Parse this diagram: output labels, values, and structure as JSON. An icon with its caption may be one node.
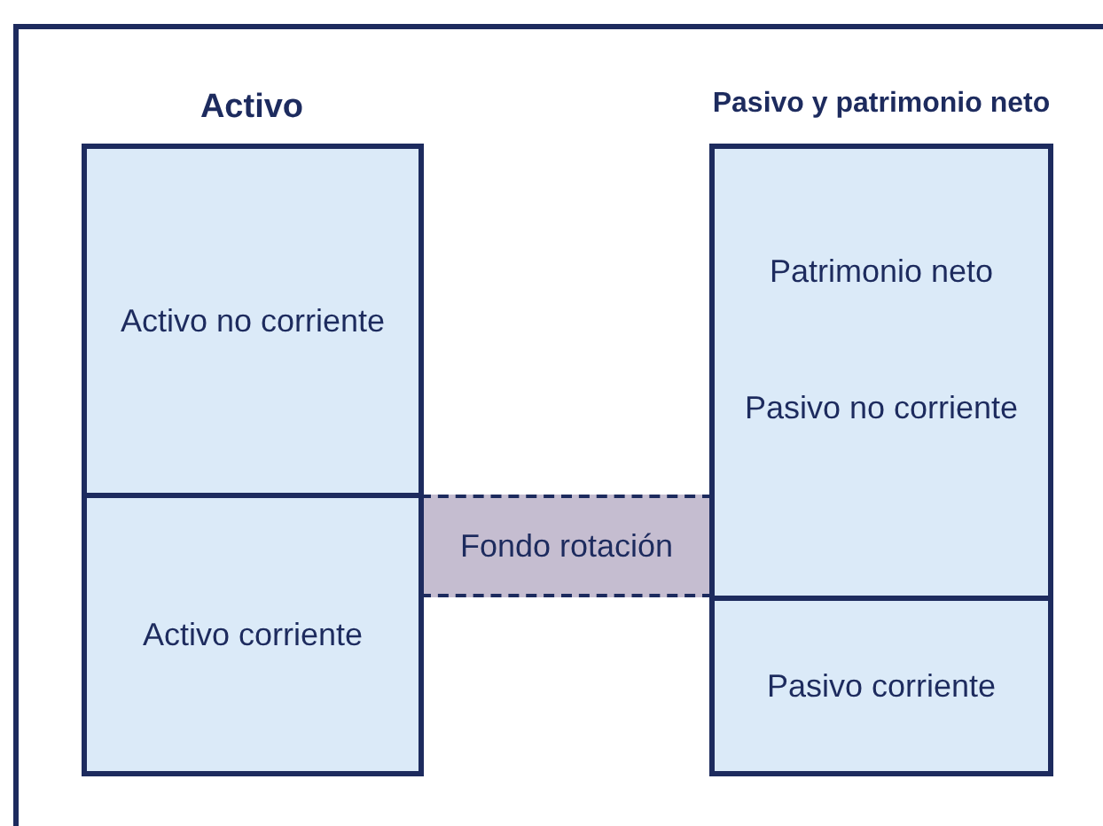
{
  "diagram": {
    "nodes": [
      {
        "text": [
          "Activo no corriente"
        ]
      },
      {
        "text": [
          "Activo corriente"
        ]
      },
      {
        "text": [
          "Patrimonio neto",
          "Pasivo no corriente"
        ]
      },
      {
        "text": [
          "Pasivo corriente"
        ]
      },
      {
        "text": [
          "Fondo rotación"
        ]
      }
    ],
    "labels": [
      "Activo",
      "Pasivo y patrimonio neto"
    ]
  }
}
